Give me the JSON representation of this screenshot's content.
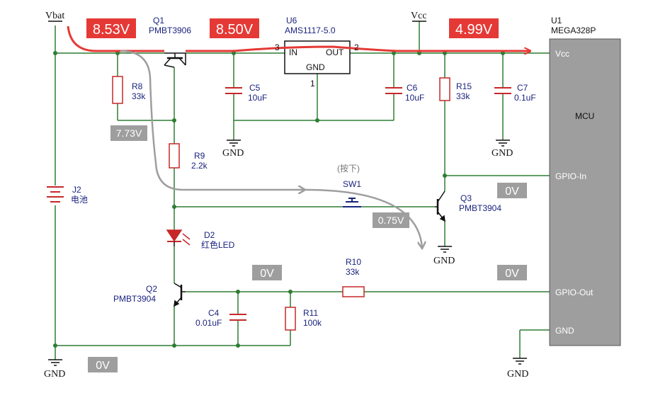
{
  "labels": {
    "vbat": "Vbat",
    "vcc_node": "Vcc",
    "q1_ref": "Q1",
    "q1_part": "PMBT3906",
    "u6_ref": "U6",
    "u6_part": "AMS1117-5.0",
    "u6_in": "IN",
    "u6_out": "OUT",
    "u6_gnd": "GND",
    "u6_pin3": "3",
    "u6_pin2": "2",
    "u6_pin1": "1",
    "u1_ref": "U1",
    "u1_part": "MEGA328P",
    "r8_ref": "R8",
    "r8_val": "33k",
    "r9_ref": "R9",
    "r9_val": "2.2k",
    "r10_ref": "R10",
    "r10_val": "33k",
    "r11_ref": "R11",
    "r11_val": "100k",
    "r15_ref": "R15",
    "r15_val": "33k",
    "c4_ref": "C4",
    "c4_val": "0.01uF",
    "c5_ref": "C5",
    "c5_val": "10uF",
    "c6_ref": "C6",
    "c6_val": "10uF",
    "c7_ref": "C7",
    "c7_val": "0.1uF",
    "d2_ref": "D2",
    "d2_val": "红色LED",
    "j2_ref": "J2",
    "j2_val": "电池",
    "q2_ref": "Q2",
    "q2_part": "PMBT3904",
    "q3_ref": "Q3",
    "q3_part": "PMBT3904",
    "sw1_ref": "SW1",
    "sw1_note": "(按下)",
    "gnd": "GND",
    "mcu_center": "MCU",
    "mcu_vcc": "Vcc",
    "mcu_gpio_in": "GPIO-In",
    "mcu_gpio_out": "GPIO-Out",
    "mcu_gnd": "GND"
  },
  "voltages": {
    "v_batt": "8.53V",
    "v_q1_out": "8.50V",
    "v_vcc": "4.99V",
    "v_r8_node": "7.73V",
    "v_sw_node": "0.75V",
    "v_gpio_in": "0V",
    "v_q2_base": "0V",
    "v_gpio_out": "0V",
    "v_gnd": "0V"
  },
  "colors": {
    "wire": "#2e7d32",
    "current_flow": "#e53935",
    "signal_flow": "#9e9e9e",
    "badge_red": "#e53935",
    "badge_gray": "#9e9e9e",
    "mcu_body": "#9e9e9e",
    "label": "#1a237e"
  }
}
